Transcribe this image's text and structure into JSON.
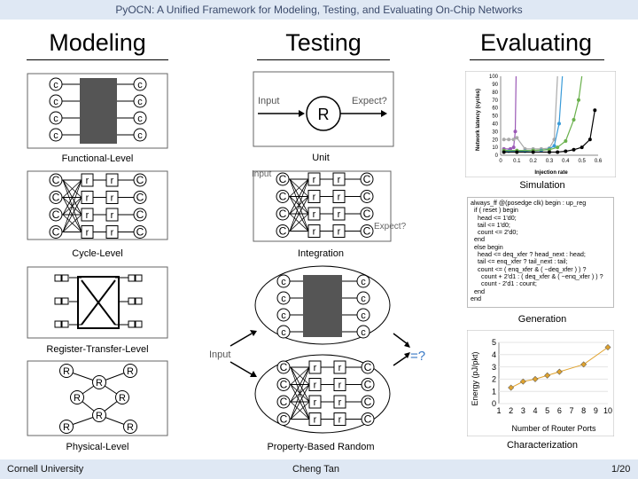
{
  "header": {
    "title": "PyOCN: A Unified Framework for Modeling, Testing, and Evaluating On-Chip Networks"
  },
  "footer": {
    "institution": "Cornell University",
    "author": "Cheng Tan",
    "page": "1/20"
  },
  "columns": {
    "modeling": "Modeling",
    "testing": "Testing",
    "evaluating": "Evaluating"
  },
  "modeling": {
    "functional": "Functional-Level",
    "cycle": "Cycle-Level",
    "rtl": "Register-Transfer-Level",
    "physical": "Physical-Level"
  },
  "testing": {
    "unit": "Unit",
    "integration": "Integration",
    "property": "Property-Based Random",
    "input": "Input",
    "expect": "Expect?",
    "router": "R",
    "equal": "=?"
  },
  "evaluating": {
    "simulation": "Simulation",
    "generation": "Generation",
    "characterization": "Characterization"
  },
  "glyphs": {
    "c": "c",
    "C": "C",
    "r": "r",
    "R": "R"
  },
  "code_lines": [
    "always_ff @(posedge clk) begin : up_reg",
    "  if ( reset ) begin",
    "    head <= 1'd0;",
    "    tail <= 1'd0;",
    "    count <= 2'd0;",
    "  end",
    "  else begin",
    "    head <= deq_xfer ? head_next : head;",
    "    tail <= enq_xfer ? tail_next : tail;",
    "    count <= ( enq_xfer & ( ~deq_xfer ) ) ?",
    "      count + 2'd1 : ( deq_xfer & ( ~enq_xfer ) ) ?",
    "      count - 2'd1 : count;",
    "  end",
    "end"
  ],
  "chart_data": [
    {
      "type": "line",
      "xlabel": "Injection rate",
      "ylabel": "Network latency (cycles)",
      "xlim": [
        0,
        0.6
      ],
      "ylim": [
        0,
        100
      ],
      "x_ticks": [
        "0",
        "0.1",
        "0.2",
        "0.3",
        "0.4",
        "0.5",
        "0.6"
      ],
      "y_ticks": [
        "0",
        "10",
        "20",
        "30",
        "40",
        "50",
        "60",
        "70",
        "80",
        "90",
        "100"
      ],
      "colors": [
        "#9b59b6",
        "#aaaaaa",
        "#3a9bd8",
        "#6ab04c",
        "#000000"
      ],
      "series": [
        {
          "x": [
            0.02,
            0.06,
            0.08,
            0.09,
            0.095
          ],
          "y": [
            8,
            8,
            10,
            30,
            100
          ]
        },
        {
          "x": [
            0.02,
            0.05,
            0.08,
            0.1,
            0.15,
            0.2,
            0.25,
            0.3,
            0.33,
            0.35
          ],
          "y": [
            20,
            20,
            20,
            22,
            8,
            8,
            8,
            9,
            20,
            100
          ]
        },
        {
          "x": [
            0.02,
            0.05,
            0.1,
            0.15,
            0.2,
            0.25,
            0.3,
            0.33,
            0.36,
            0.38
          ],
          "y": [
            5,
            5,
            5,
            5,
            6,
            6,
            8,
            12,
            40,
            100
          ]
        },
        {
          "x": [
            0.02,
            0.1,
            0.2,
            0.3,
            0.35,
            0.4,
            0.45,
            0.48,
            0.5
          ],
          "y": [
            6,
            6,
            6,
            7,
            10,
            18,
            45,
            70,
            100
          ]
        },
        {
          "x": [
            0.02,
            0.1,
            0.2,
            0.3,
            0.35,
            0.4,
            0.45,
            0.5,
            0.55,
            0.58
          ],
          "y": [
            4,
            4,
            4,
            4,
            4,
            5,
            7,
            10,
            20,
            57
          ]
        }
      ]
    },
    {
      "type": "line",
      "xlabel": "Number of Router Ports",
      "ylabel": "Energy (pJ/pkt)",
      "xlim": [
        1,
        10
      ],
      "ylim": [
        0,
        5
      ],
      "x_ticks": [
        "1",
        "2",
        "3",
        "4",
        "5",
        "6",
        "7",
        "8",
        "9",
        "10"
      ],
      "y_ticks": [
        "0",
        "1",
        "2",
        "3",
        "4",
        "5"
      ],
      "colors": [
        "#e0a32e"
      ],
      "series": [
        {
          "x": [
            2,
            3,
            4,
            5,
            6,
            8,
            10
          ],
          "y": [
            1.3,
            1.8,
            2.0,
            2.3,
            2.6,
            3.2,
            4.6
          ]
        }
      ]
    }
  ]
}
